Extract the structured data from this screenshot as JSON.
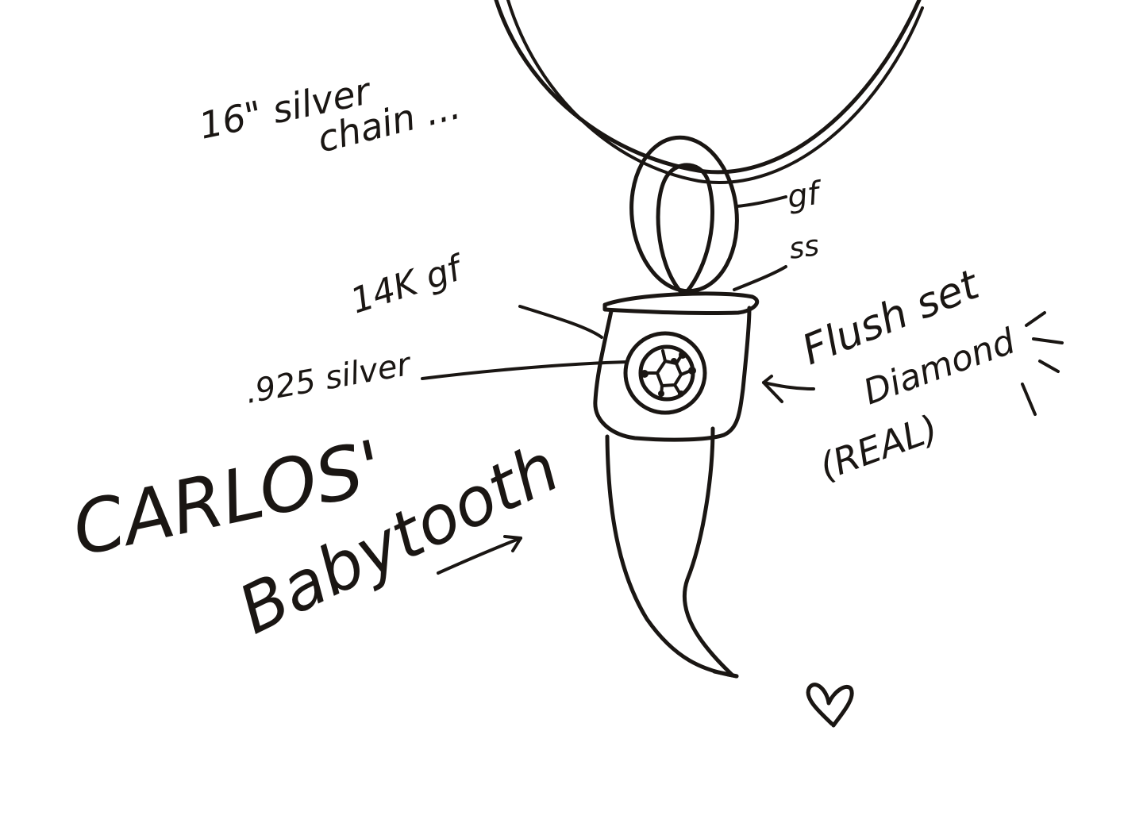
{
  "sketch": {
    "title": "CARLOS' Babytooth",
    "title_line1": "CARLOS'",
    "title_line2": "Babytooth",
    "ink_color": "#1a1613",
    "background_color": "#ffffff",
    "annotations": {
      "chain": "16\" silver chain ...",
      "chain_part1": "16\" silver",
      "chain_part2": "chain ...",
      "bail_outer": "gf",
      "bail_inner": "ss",
      "cap": "14K gf",
      "setting": ".925 silver",
      "diamond_line1": "Flush set",
      "diamond_line2": "Diamond",
      "diamond_line3": "(REAL)"
    },
    "parts": [
      {
        "name": "chain",
        "material": "16\" silver chain"
      },
      {
        "name": "outer bail",
        "material": "gf"
      },
      {
        "name": "inner bail",
        "material": "ss"
      },
      {
        "name": "cap",
        "material": "14K gf"
      },
      {
        "name": "setting",
        "material": ".925 silver"
      },
      {
        "name": "stone",
        "material": "Flush set Diamond (REAL)"
      },
      {
        "name": "tooth",
        "material": "Babytooth"
      }
    ],
    "decorations": [
      "arrow-right",
      "arrow-to-diamond",
      "sparkle-lines",
      "heart"
    ]
  }
}
